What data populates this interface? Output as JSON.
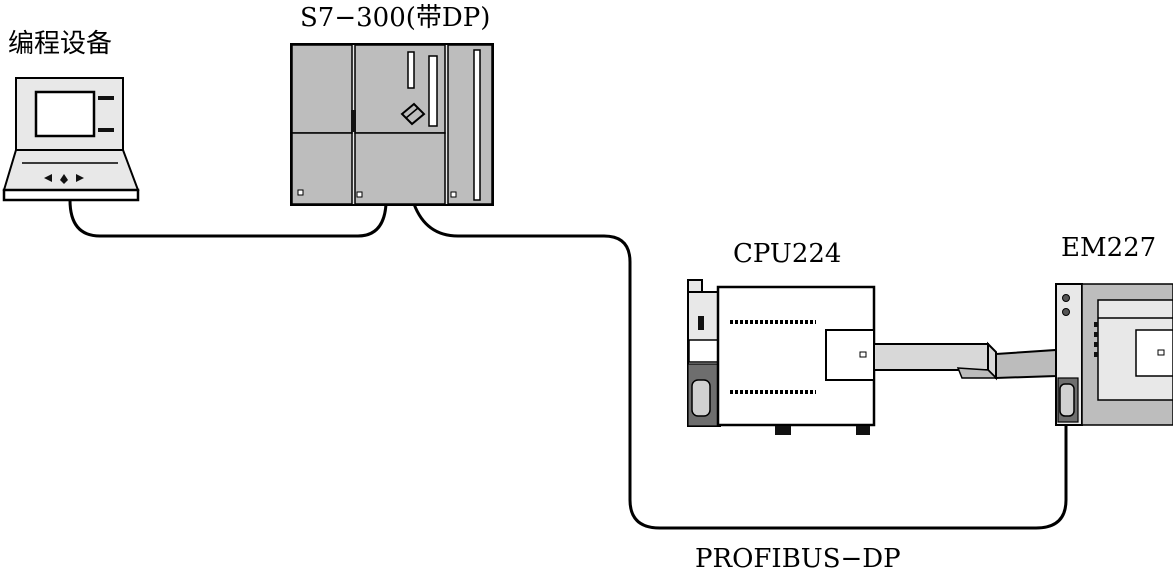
{
  "labels": {
    "programming_device": "编程设备",
    "s7_300": "S7−300(带DP)",
    "cpu224": "CPU224",
    "em227": "EM227",
    "profibus": "PROFIBUS−DP"
  }
}
